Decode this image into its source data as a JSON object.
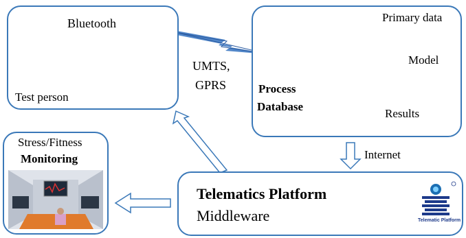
{
  "labels": {
    "bluetooth": "Bluetooth",
    "test_person": "Test person",
    "umts": "UMTS,",
    "gprs": "GPRS",
    "process": "Process",
    "database": "Database",
    "primary_data": "Primary data",
    "model": "Model",
    "results": "Results",
    "internet": "Internet",
    "stress_fitness": "Stress/Fitness",
    "monitoring": "Monitoring",
    "telematics_platform": "Telematics Platform",
    "middleware": "Middleware",
    "logo_caption": "Telematic Platform"
  },
  "colors": {
    "box_border": "#3a78b8",
    "wedge": "#3f7ac3",
    "arch_dark": "#1f3f73",
    "arch_light": "#4e86c4"
  },
  "icons": [
    "person-image",
    "pda-image",
    "lightning-icon",
    "server-image",
    "monitoring-room-image",
    "telematic-logo"
  ]
}
